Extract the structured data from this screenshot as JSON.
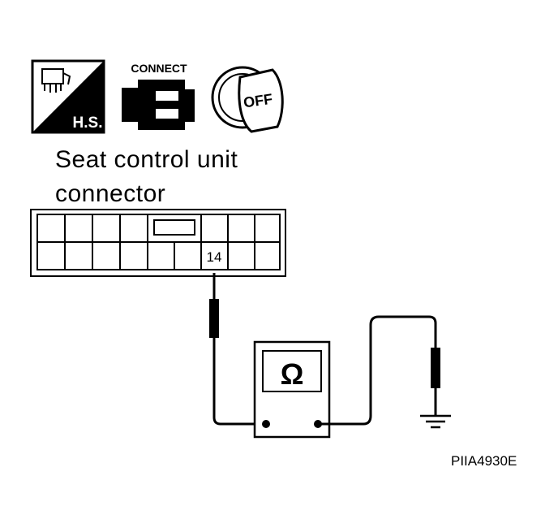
{
  "icons": {
    "harness_label": "H.S.",
    "connect_label": "CONNECT",
    "ignition_label": "OFF"
  },
  "title": {
    "line1": "Seat control unit",
    "line2": "connector"
  },
  "connector": {
    "terminal": "14"
  },
  "meter": {
    "symbol": "Ω"
  },
  "figure_code": "PIIA4930E"
}
